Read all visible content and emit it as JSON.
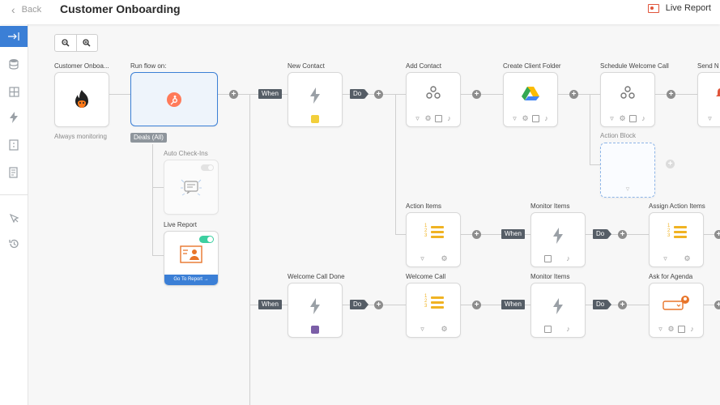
{
  "header": {
    "back_label": "Back",
    "title": "Customer Onboarding",
    "live_report_label": "Live Report"
  },
  "colors": {
    "accent": "#3b7fd6",
    "tag": "#555d66",
    "hubspot": "#ff7a59",
    "bolt": "#9aa0a6"
  },
  "sidebar": {
    "items": [
      {
        "icon": "arrow-right-icon"
      },
      {
        "icon": "database-icon"
      },
      {
        "icon": "grid-icon"
      },
      {
        "icon": "bolt-icon"
      },
      {
        "icon": "list-icon"
      },
      {
        "icon": "notes-icon"
      },
      {
        "icon": "cursor-icon"
      },
      {
        "icon": "history-icon"
      }
    ]
  },
  "flow": {
    "trigger": {
      "title": "Customer Onboa...",
      "sub": "Always monitoring"
    },
    "run_flow": {
      "title": "Run flow on:",
      "badge": "Deals (All)"
    },
    "auto_checkins": {
      "title": "Auto Check-Ins"
    },
    "live_report": {
      "title": "Live Report",
      "button": "Go To Report"
    },
    "tags": {
      "when": "When",
      "do": "Do"
    },
    "row1": {
      "new_contact": "New Contact",
      "add_contact": "Add Contact",
      "create_folder": "Create Client Folder",
      "schedule_call": "Schedule Welcome Call",
      "send_n": "Send N",
      "action_block": "Action Block"
    },
    "row2": {
      "action_items": "Action Items",
      "monitor_items": "Monitor Items",
      "assign_items": "Assign Action Items"
    },
    "row3": {
      "welcome_call_done": "Welcome Call Done",
      "welcome_call": "Welcome Call",
      "monitor_items": "Monitor Items",
      "ask_agenda": "Ask for Agenda"
    }
  }
}
